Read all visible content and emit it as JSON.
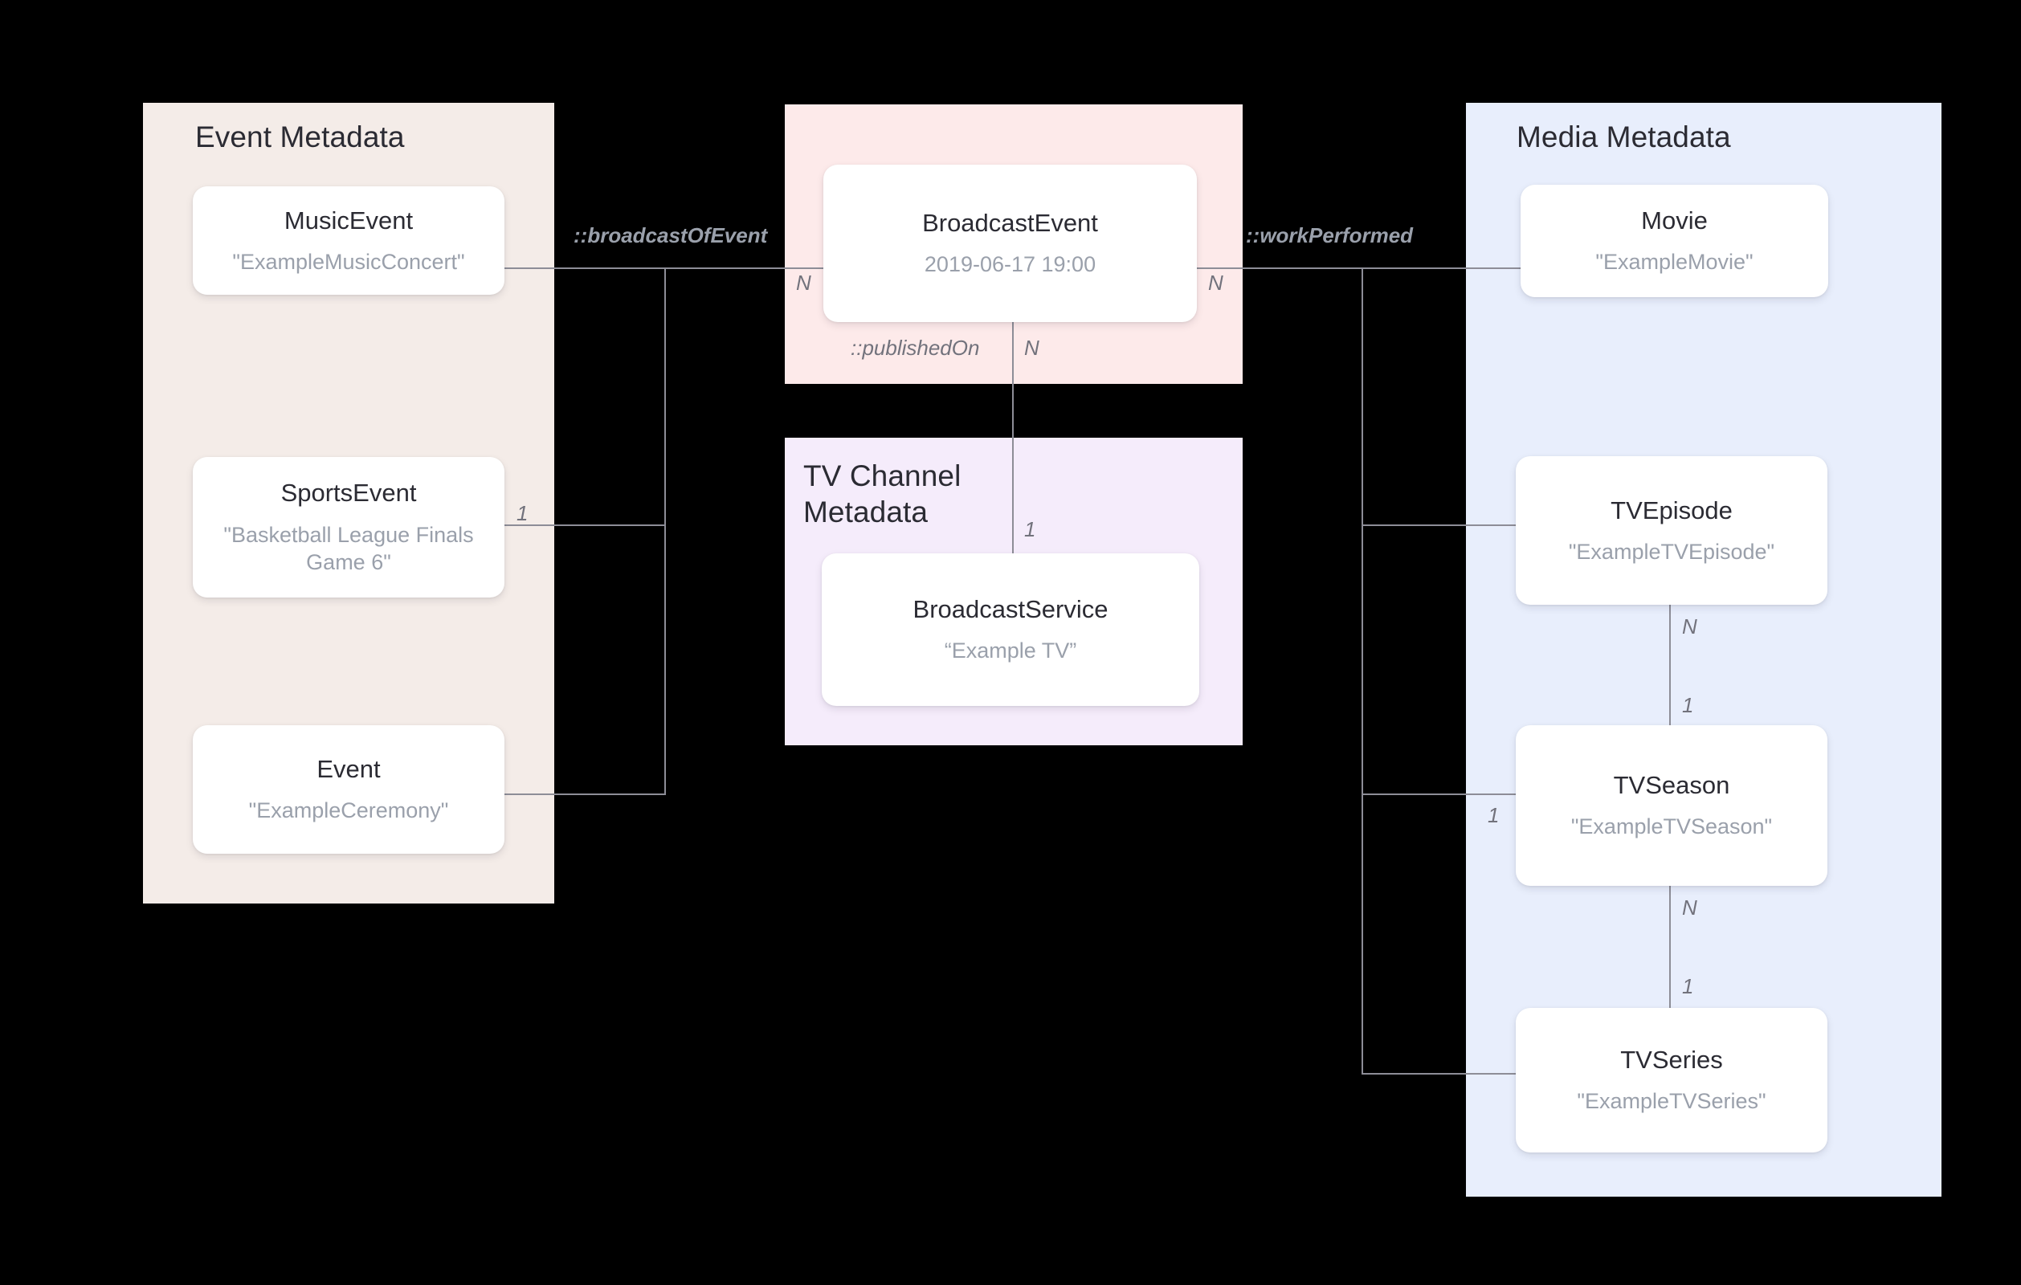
{
  "diagram": {
    "title_hidden": "",
    "groups": [
      {
        "id": "event-metadata",
        "label": "Event Metadata",
        "color": "#f4ece8"
      },
      {
        "id": "broadcast-event",
        "label": "",
        "color": "#fdeaea"
      },
      {
        "id": "tv-channel-metadata",
        "label": "TV Channel\nMetadata",
        "color": "#f5ecfb"
      },
      {
        "id": "media-metadata",
        "label": "Media Metadata",
        "color": "#e8eefc"
      }
    ],
    "nodes": [
      {
        "id": "music-event",
        "type": "MusicEvent",
        "value": "\"ExampleMusicConcert\""
      },
      {
        "id": "sports-event",
        "type": "SportsEvent",
        "value": "\"Basketball League Finals Game 6\""
      },
      {
        "id": "event",
        "type": "Event",
        "value": "\"ExampleCeremony\""
      },
      {
        "id": "broadcast-event",
        "type": "BroadcastEvent",
        "value": "2019-06-17 19:00"
      },
      {
        "id": "broadcast-service",
        "type": "BroadcastService",
        "value": "“Example TV”"
      },
      {
        "id": "movie",
        "type": "Movie",
        "value": "\"ExampleMovie\""
      },
      {
        "id": "tv-episode",
        "type": "TVEpisode",
        "value": "\"ExampleTVEpisode\""
      },
      {
        "id": "tv-season",
        "type": "TVSeason",
        "value": "\"ExampleTVSeason\""
      },
      {
        "id": "tv-series",
        "type": "TVSeries",
        "value": "\"ExampleTVSeries\""
      }
    ],
    "relations": [
      {
        "id": "broadcast-of-event",
        "label": "::broadcastOfEvent"
      },
      {
        "id": "work-performed",
        "label": "::workPerformed"
      },
      {
        "id": "published-on",
        "label": "::publishedOn"
      }
    ],
    "cardinalities": {
      "broadcast_event_left": "N",
      "broadcast_event_right": "N",
      "broadcast_event_bottom": "N",
      "broadcast_service_top": "1",
      "sports_event_right": "1",
      "tv_episode_bottom": "N",
      "tv_season_top": "1",
      "tv_season_left": "1",
      "tv_season_bottom": "N",
      "tv_series_top": "1"
    },
    "colors": {
      "event_group": "#f4ece8",
      "broadcast_group": "#fdeaea",
      "tvchannel_group": "#f5ecfb",
      "media_group": "#e8eefc",
      "line": "#8d8d97",
      "card_bg": "#ffffff",
      "title_text": "#2b2b33",
      "value_text": "#9aa0ab",
      "background": "#000000"
    }
  }
}
